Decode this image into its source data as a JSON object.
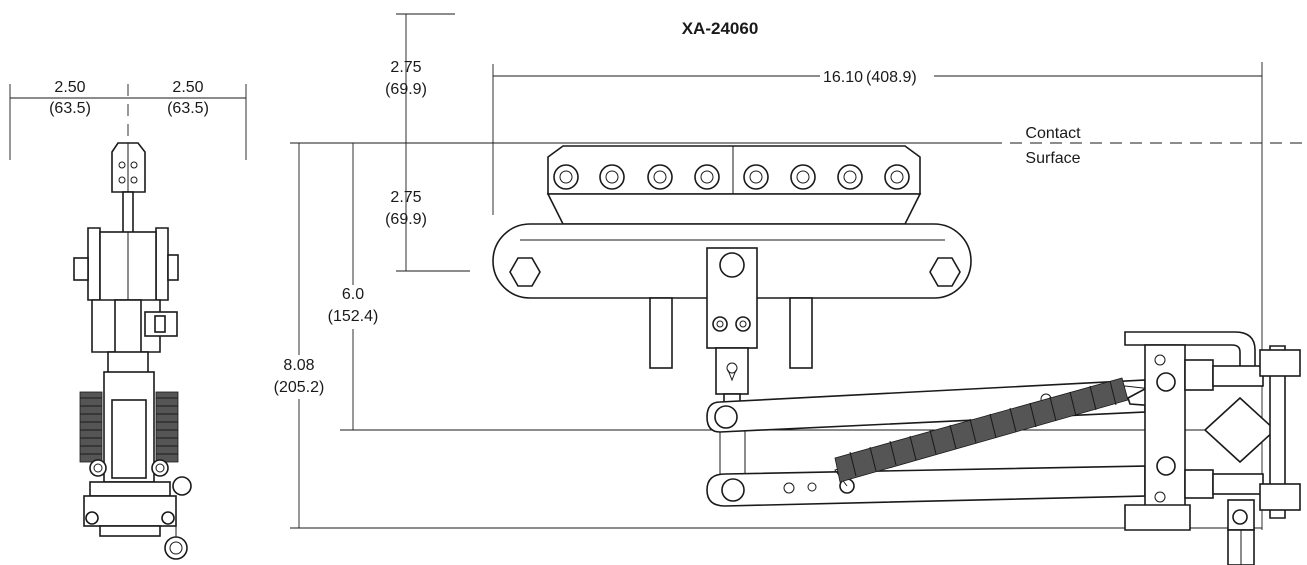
{
  "title": "XA-24060",
  "dimensions": {
    "side_left": {
      "value": "2.50",
      "metric": "(63.5)"
    },
    "side_right": {
      "value": "2.50",
      "metric": "(63.5)"
    },
    "top_offset": {
      "value": "2.75",
      "metric": "(69.9)"
    },
    "length": {
      "value": "16.10",
      "metric": "(408.9)"
    },
    "shoe_height": {
      "value": "2.75",
      "metric": "(69.9)"
    },
    "mid_height": {
      "value": "6.0",
      "metric": "(152.4)"
    },
    "total_height": {
      "value": "8.08",
      "metric": "(205.2)"
    }
  },
  "labels": {
    "contact_line1": "Contact",
    "contact_line2": "Surface"
  }
}
